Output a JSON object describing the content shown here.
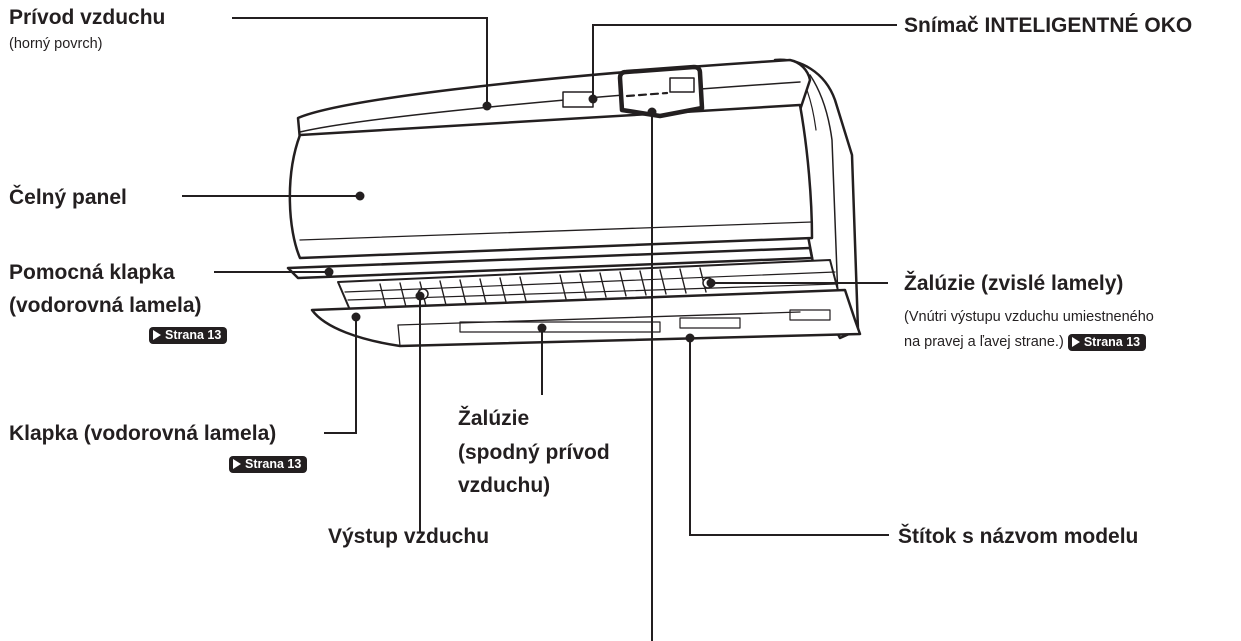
{
  "labels": {
    "air_intake_top": "Prívod vzduchu",
    "air_intake_top_sub": "(horný povrch)",
    "front_panel": "Čelný panel",
    "aux_flap_line1": "Pomocná klapka",
    "aux_flap_line2": "(vodorovná lamela)",
    "flap": "Klapka (vodorovná lamela)",
    "louver_bottom_line1": "Žalúzie",
    "louver_bottom_line2": "(spodný prívod",
    "louver_bottom_line3": "vzduchu)",
    "air_outlet": "Výstup vzduchu",
    "sensor": "Snímač INTELIGENTNÉ OKO",
    "louvers_vertical": "Žalúzie (zvislé lamely)",
    "louvers_vertical_note1": "(Vnútri výstupu vzduchu umiestneného",
    "louvers_vertical_note2": "na pravej a ľavej strane.)",
    "model_label": "Štítok s názvom modelu"
  },
  "page_ref": "Strana 13",
  "icons": {
    "page_ref_arrow": "triangle-right-icon"
  }
}
